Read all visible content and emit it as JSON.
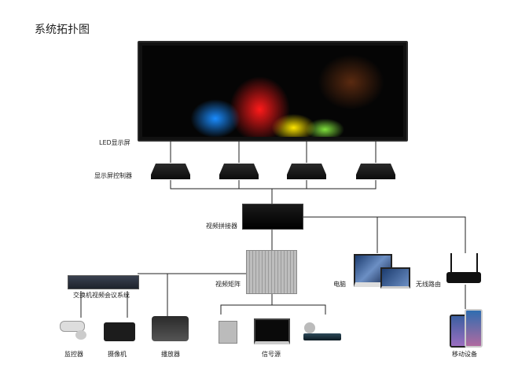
{
  "title": "系统拓扑图",
  "labels": {
    "led_screen": "LED显示屏",
    "screen_controller": "显示屏控制器",
    "video_splicer": "视频拼接器",
    "video_matrix": "视频矩阵",
    "switch_conference": "交换机视频会议系统",
    "computer": "电脑",
    "wireless_router": "无线路由",
    "monitor": "监控器",
    "camera": "摄像机",
    "player": "播放器",
    "signal_source": "信号源",
    "mobile_device": "移动设备"
  }
}
